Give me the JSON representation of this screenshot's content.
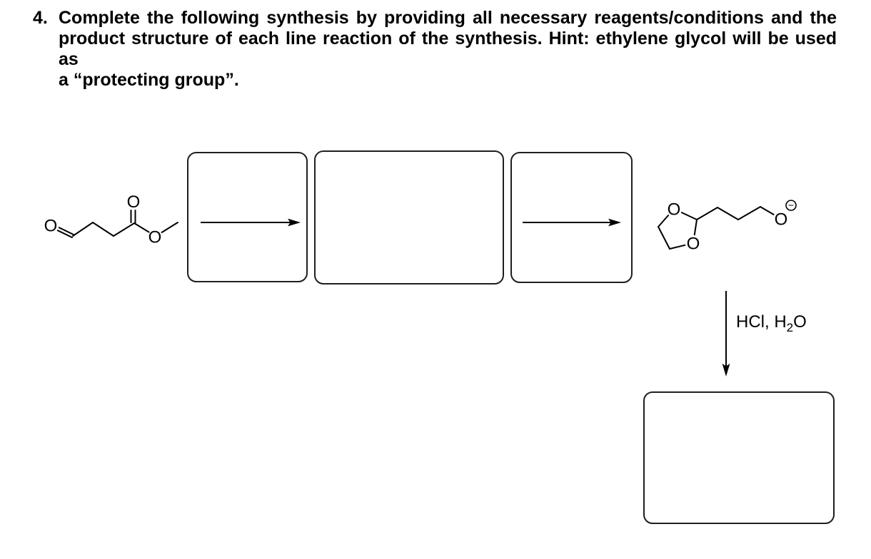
{
  "question": {
    "number": "4.",
    "line1": "Complete the following synthesis by providing all necessary reagents/conditions and the",
    "line2": "product structure of each line reaction of the synthesis. Hint: ethylene glycol will be used as",
    "line3": "a “protecting group”."
  },
  "reactant": {
    "aldehyde_o": "O",
    "carbonyl_o": "O",
    "ester_o": "O"
  },
  "product": {
    "ring_o_top": "O",
    "ring_o_bottom": "O",
    "alkoxide_o": "O",
    "charge_minus": "−"
  },
  "hydrolysis_label": {
    "prefix": "HCl, H",
    "subscript": "2",
    "suffix": "O"
  },
  "colors": {
    "ink": "#000000",
    "box_border": "#1f1f1f",
    "background": "#ffffff"
  }
}
